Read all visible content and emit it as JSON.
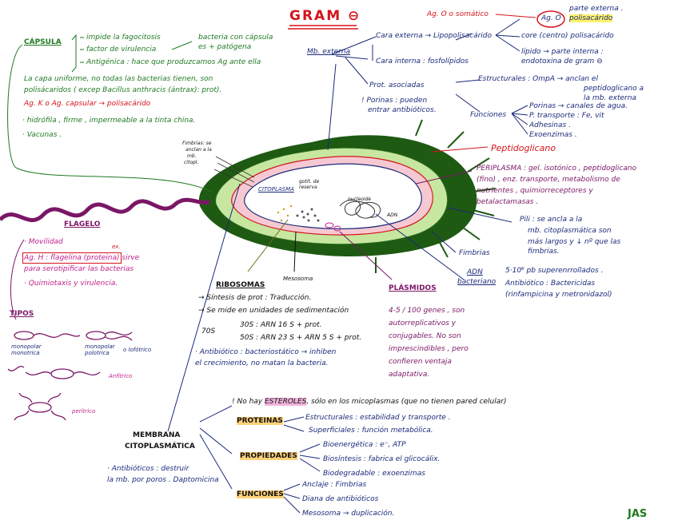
{
  "title": "GRAM ⊖",
  "signature": "JAS",
  "capsula": {
    "head": "CÁPSULA",
    "l1": "impide la fagocitosis",
    "l2": "factor de virulencia",
    "l3": "Antigénica : hace que produzcamos Ag ante ella",
    "side": "bacteria con cápsula",
    "side2": "es + patógena",
    "l4": "La capa uniforme, no todas las bacterias tienen, son",
    "l5": "polisácaridos ( excep Bacillus anthracis (ántrax): prot).",
    "l6": "Ag. K o Ag. capsular → polisacárido",
    "l7": "· hidrófila , firme , impermeable a la tinta china.",
    "l8": "· Vacunas ."
  },
  "mb_externa": {
    "head": "Mb. externa",
    "cara_ext": "Cara externa → Lipopolisacárido",
    "cara_int": "Cara interna : fosfolípidos",
    "prot": "Prot. asociadas",
    "porinas": "! Porinas : pueden",
    "porinas2": "entrar antibióticos.",
    "estructurales": "Estructurales : OmpA → anclan el",
    "estr2": "peptidoglicano a",
    "estr3": "la mb. externa",
    "funciones": "Funciones",
    "f1": "Porinas → canales de agua.",
    "f2": "P. transporte : Fe, vit",
    "f3": "Adhesinas .",
    "f4": "Exoenzimas ."
  },
  "lps": {
    "ag_o": "Ag. O",
    "ag_o_text": "Ag. O o somático",
    "parte_ext": "parte externa .",
    "polisac": "polisacárido",
    "core": "core (centro) polisacárido",
    "lipido": "lípido → parte interna :",
    "endotoxina": "endotoxina de gram ⊖"
  },
  "peptidoglicano": "Peptidoglicano",
  "periplasma": {
    "l1": "PERIPLASMA : gel. isotónico , peptidoglicano",
    "l2": "(fino) , enz. transporte, metabolismo de",
    "l3": "nutrientes , quimiorreceptores y",
    "l4": "betalactamasas ."
  },
  "pili": {
    "l1": "Pili : se ancla a la",
    "l2": "mb. citoplasmática  son",
    "l3": "más largos y ↓ nº que las",
    "l4": "fimbrias."
  },
  "fimbrias_label": "Fimbrias",
  "adn": {
    "head": "ADN",
    "head2": "bacteriano",
    "l1": "5·10⁶ pb superenrrollados .",
    "l2": "Antibiótico : Bactericidas",
    "l3": "(rinfampicina y metronidazol)"
  },
  "cell_labels": {
    "citoplasma": "CITOPLASMA",
    "gotitas": "gotit. de",
    "reserva": "reserva",
    "nucleoide": "nucleoide",
    "adn": "ADN",
    "fimbrias_cell": "Fimbrias: se",
    "fimbrias_cell2": "anclan a la",
    "fimbrias_cell3": "mb.",
    "fimbrias_cell4": "citopl.",
    "mesosoma": "Mesosoma"
  },
  "flagelo": {
    "head": "FLAGELO",
    "l1": "· Movilidad",
    "ex": "ex.",
    "l2": "Ag. H : flagelina (proteina)",
    "l2b": "sirve",
    "l3": "para serotipificar las bacterias",
    "l4": "· Quimiotaxis y virulencia."
  },
  "tipos": {
    "head": "TIPOS",
    "mono": "monopolar",
    "mono2": "monotrica",
    "lofo": "monopolar",
    "lofo2": "polotrica",
    "lofo3": "o lofótrico",
    "anfi": "Anfítrico",
    "peri": "perítrico"
  },
  "ribosomas": {
    "head": "RIBOSOMAS",
    "l1": "→ Síntesis de prot : Traducción.",
    "l2": "→ Se mide en unidades de sedimentación",
    "s70": "70S",
    "s30": "30S : ARN 16 S + prot.",
    "s50": "50S : ARN 23 S + ARN 5 S + prot.",
    "l3": "· Antibiótico : bacteriostático → inhiben",
    "l4": "el crecimiento, no matan la bacteria."
  },
  "plasmidos": {
    "head": "PLÁSMIDOS",
    "l1": "4-5 / 100 genes , son",
    "l2": "autorreplicativos y",
    "l3": "conjugables. No son",
    "l4": "imprescindibles , pero",
    "l5": "confieren ventaja",
    "l6": "adaptativa."
  },
  "membrana": {
    "head": "MEMBRANA",
    "head2": "CITOPLASMÁTICA",
    "anti": "· Antibióticos : destruir",
    "anti2": "la mb. por poros . Daptomicina",
    "esteroles_pre": "! No hay",
    "esteroles": "ESTEROLES",
    "esteroles_post": ", sólo en los micoplasmas (que no tienen pared celular)",
    "proteinas": "PROTEINAS",
    "p1": "Estructurales : estabilidad y transporte .",
    "p2": "Superficiales : función metabólica.",
    "propiedades": "PROPIEDADES",
    "pr1": "Bioenergética : e⁻, ATP",
    "pr2": "Biosíntesis : fabrica el glicocálix.",
    "pr3": "Biodegradable : exoenzimas",
    "funciones": "FUNCIONES",
    "fu1": "Anclaje : Fimbrias",
    "fu2": "Diana de antibióticos",
    "fu3": "Mesosoma → duplicación."
  },
  "colors": {
    "navy": "#1b2a7a",
    "green": "#1f7a22",
    "red": "#d4141c",
    "purple": "#7a1766",
    "capsule_dark": "#1e5a12",
    "capsule_light": "#c7e6a0",
    "periplasm": "#f6c9d2"
  }
}
